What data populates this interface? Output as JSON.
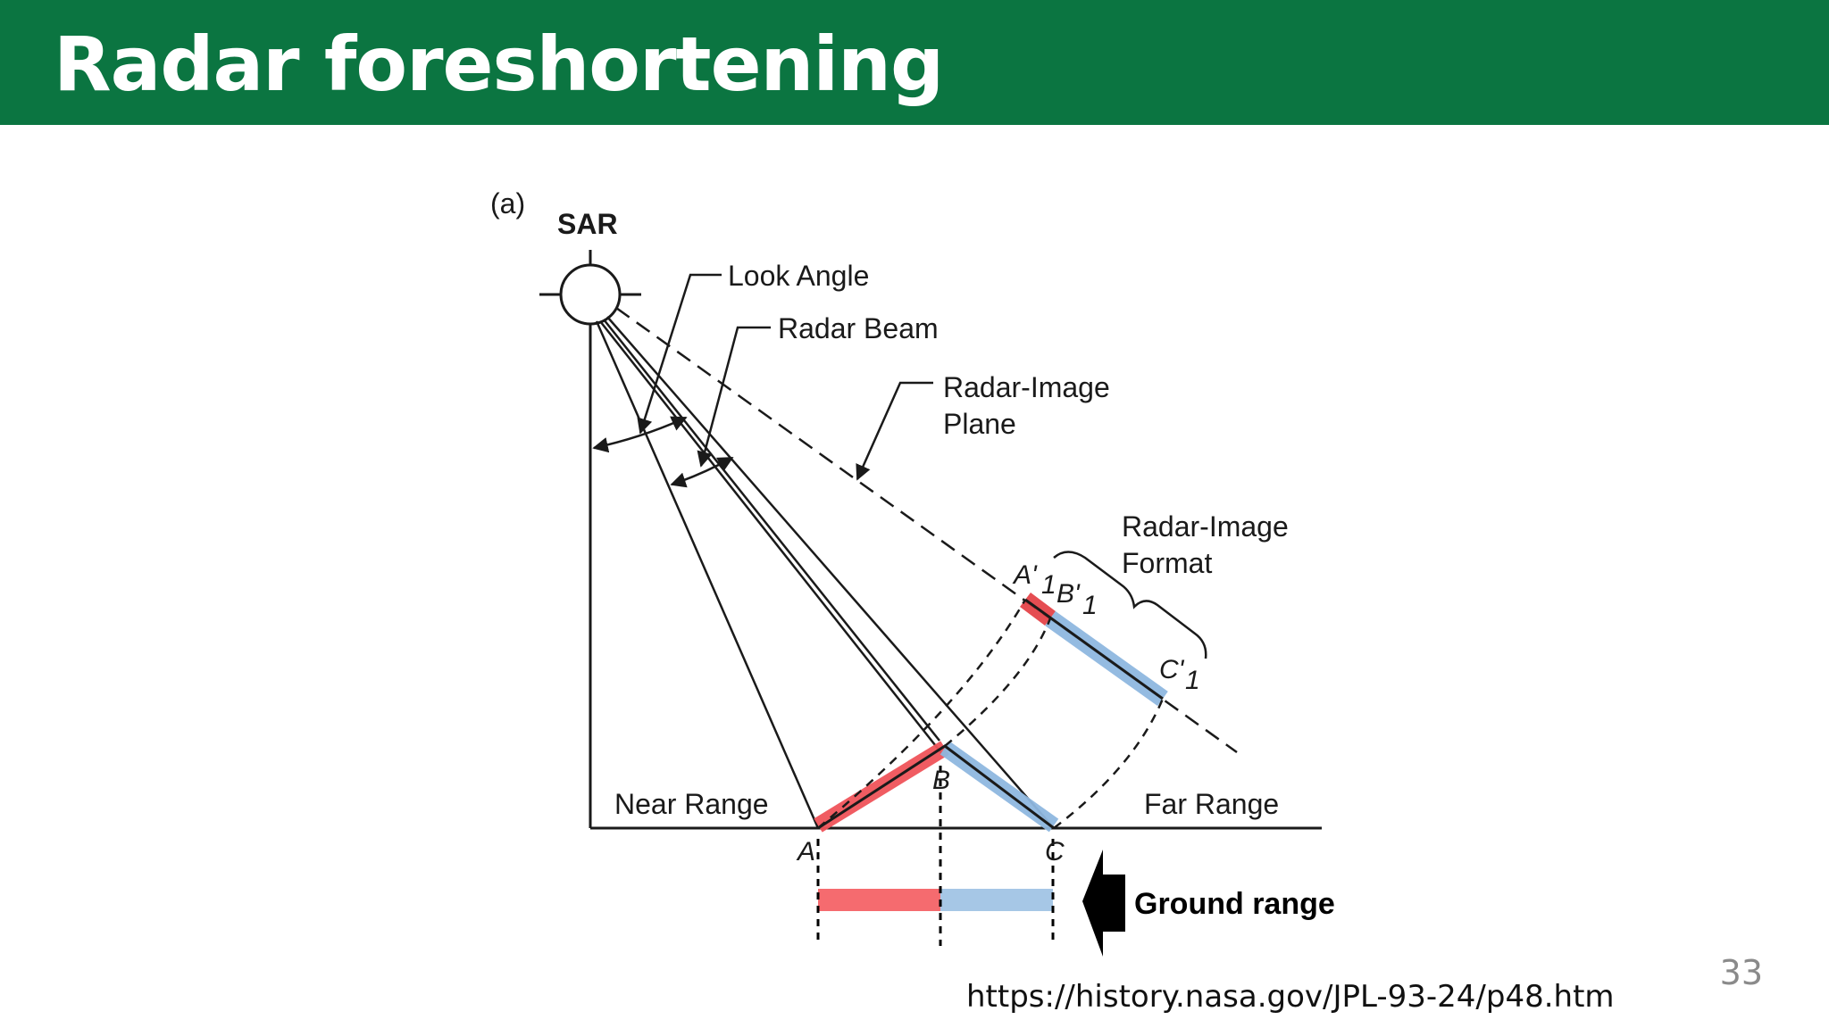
{
  "slide": {
    "title": "Radar foreshortening",
    "page_number": "33",
    "source_text": "https://history.nasa.gov/JPL-93-24/p48.htm"
  },
  "diagram": {
    "panel_label": "(a)",
    "sar_label": "SAR",
    "look_angle_label": "Look Angle",
    "radar_beam_label": "Radar Beam",
    "image_plane_label_line1": "Radar-Image",
    "image_plane_label_line2": "Plane",
    "image_format_label_line1": "Radar-Image",
    "image_format_label_line2": "Format",
    "near_range_label": "Near Range",
    "far_range_label": "Far Range",
    "point_a": "A",
    "point_b": "B",
    "point_c": "C",
    "point_a1_main": "A'",
    "point_a1_sub": "1",
    "point_b1_main": "B'",
    "point_b1_sub": "1",
    "point_c1_main": "C'",
    "point_c1_sub": "1",
    "ground_range_label": "Ground range"
  },
  "colors": {
    "title_bar": "#0b7541",
    "foreshortened_segment": "#f0545a",
    "far_segment": "#8fb8e0"
  }
}
